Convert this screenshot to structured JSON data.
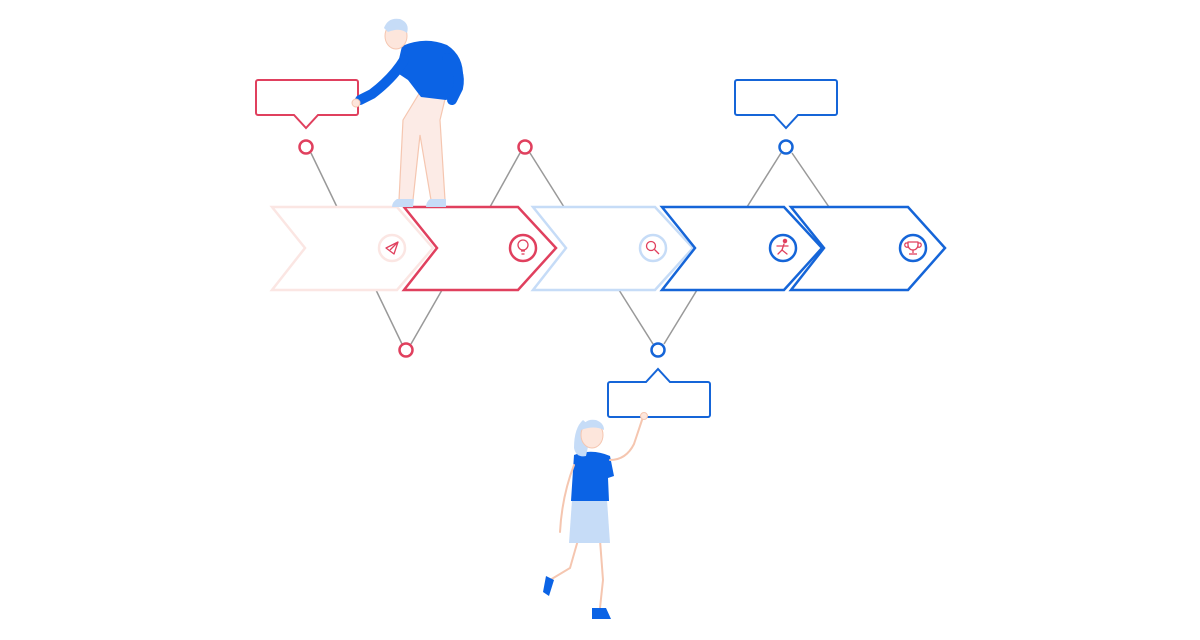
{
  "colors": {
    "red": "#e0405e",
    "red_light": "#fbe6e3",
    "blue": "#1565d8",
    "blue_light": "#c6dcf7",
    "connector": "#999999",
    "person_blue": "#0b63e5",
    "skin": "#fde6dc",
    "skin_outline": "#f5c6b0",
    "pants": "#fcebe6",
    "skirt": "#c6dcf7",
    "hair": "#c6dcf7"
  },
  "steps": [
    {
      "icon": "paper-plane-icon",
      "tone": "red_light"
    },
    {
      "icon": "lightbulb-icon",
      "tone": "red"
    },
    {
      "icon": "magnifier-icon",
      "tone": "blue_light"
    },
    {
      "icon": "runner-icon",
      "tone": "blue"
    },
    {
      "icon": "trophy-icon",
      "tone": "blue"
    }
  ],
  "callouts": [
    {
      "tone": "red",
      "text": ""
    },
    {
      "tone": "blue",
      "text": ""
    },
    {
      "tone": "blue",
      "text": ""
    }
  ],
  "markers": [
    {
      "tone": "red",
      "side": "top"
    },
    {
      "tone": "red",
      "side": "top"
    },
    {
      "tone": "blue",
      "side": "top"
    },
    {
      "tone": "red",
      "side": "bottom"
    },
    {
      "tone": "blue",
      "side": "bottom"
    }
  ],
  "figures": [
    "man-leaning",
    "woman-reaching"
  ]
}
